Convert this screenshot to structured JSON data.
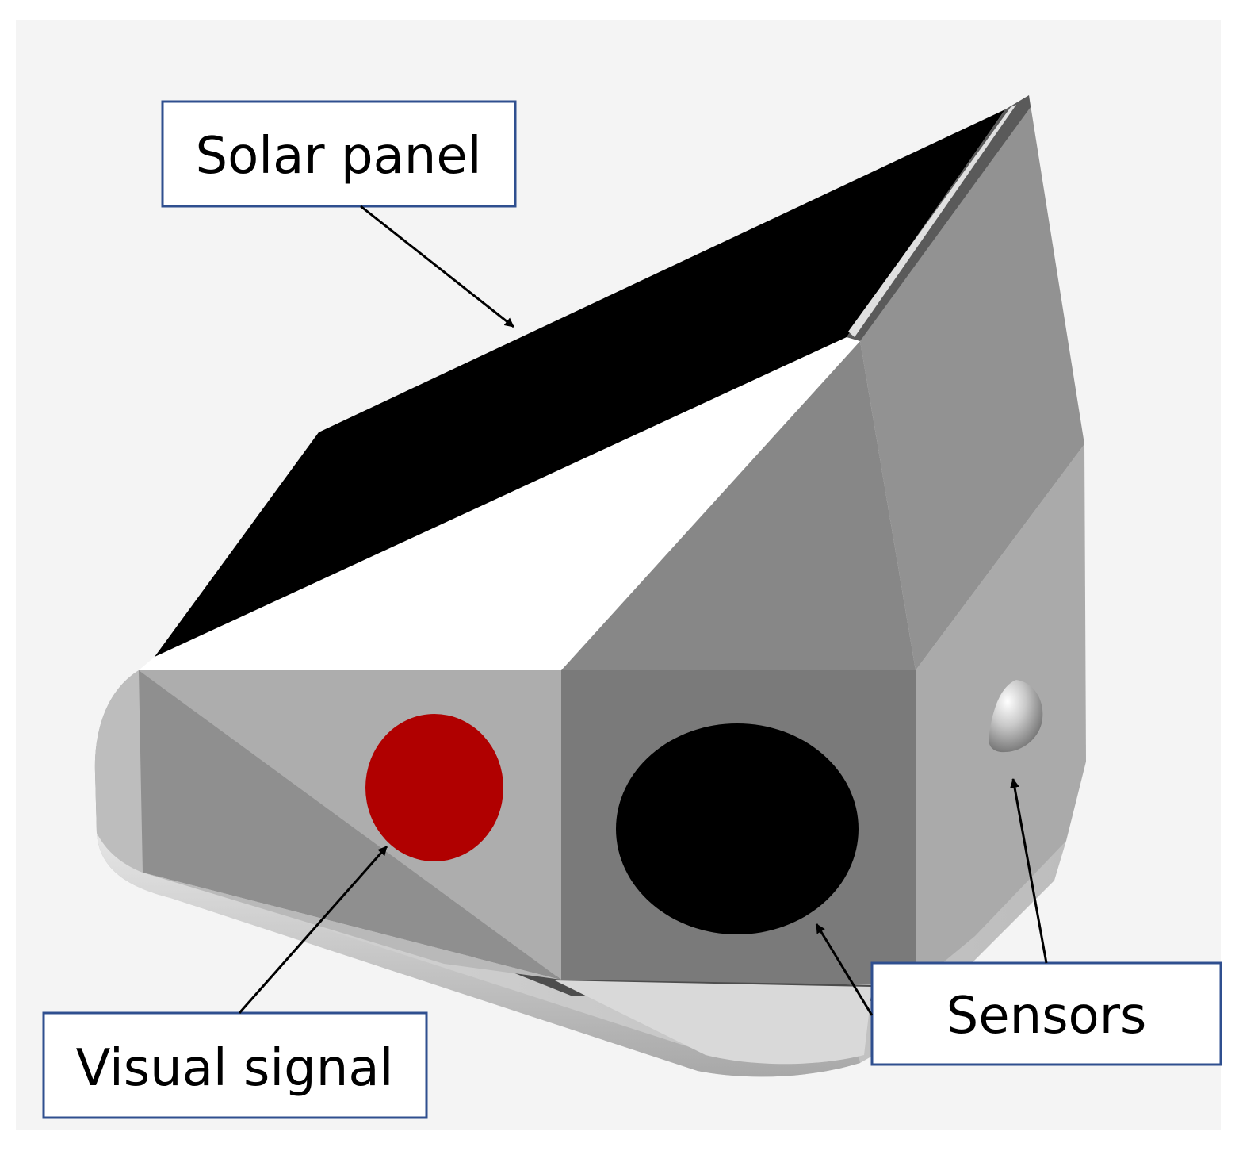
{
  "labels": {
    "solar_panel": "Solar panel",
    "visual_signal": "Visual signal",
    "sensors": "Sensors"
  },
  "colors": {
    "background": "#f4f4f4",
    "solar_panel": "#000000",
    "visual_signal_led": "#b00000",
    "sensor_lens": "#000000",
    "callout_border": "#2f4f8f"
  }
}
